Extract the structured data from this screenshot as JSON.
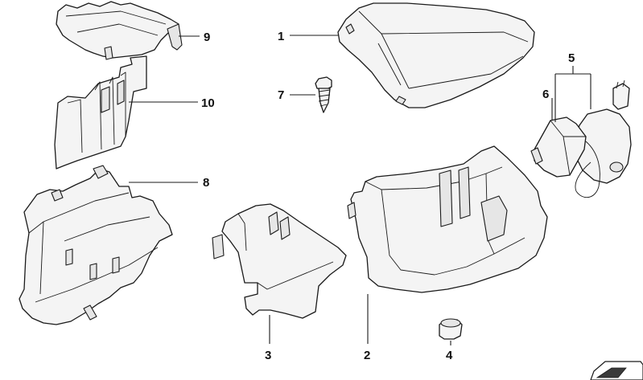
{
  "diagram": {
    "callouts": [
      {
        "id": "part-1",
        "number": "1"
      },
      {
        "id": "part-2",
        "number": "2"
      },
      {
        "id": "part-3",
        "number": "3"
      },
      {
        "id": "part-4",
        "number": "4"
      },
      {
        "id": "part-5",
        "number": "5"
      },
      {
        "id": "part-6",
        "number": "6"
      },
      {
        "id": "part-7",
        "number": "7"
      },
      {
        "id": "part-8",
        "number": "8"
      },
      {
        "id": "part-9",
        "number": "9"
      },
      {
        "id": "part-10",
        "number": "10"
      }
    ]
  },
  "colors": {
    "line": "#1a1a1a",
    "part_fill": "#f4f4f4",
    "background": "#ffffff"
  },
  "corner_icon": "arrow-logo-icon"
}
